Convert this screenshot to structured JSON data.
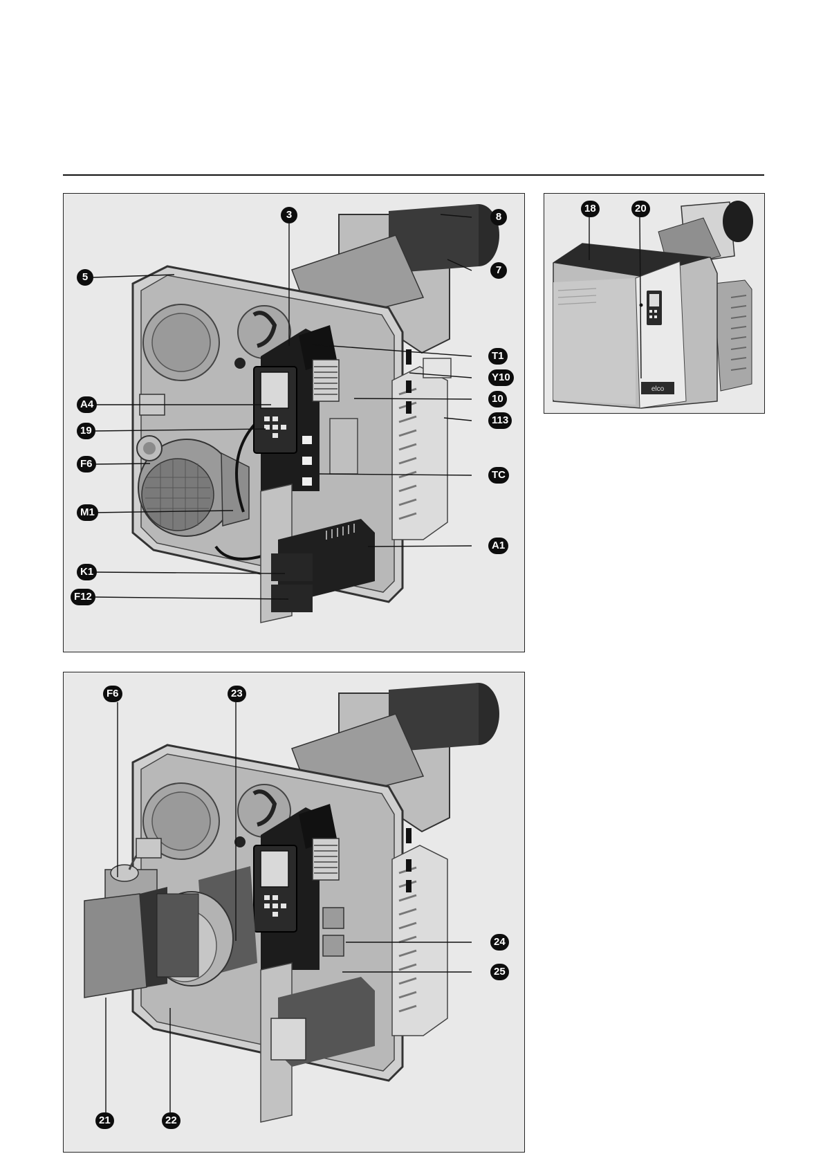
{
  "figures": {
    "burner_open_view": {
      "callouts": [
        "3",
        "8",
        "7",
        "5",
        "T1",
        "Y10",
        "10",
        "A4",
        "113",
        "19",
        "F6",
        "TC",
        "M1",
        "A1",
        "K1",
        "F12"
      ]
    },
    "burner_closed_view": {
      "callouts": [
        "18",
        "20"
      ],
      "logo_text": "elco"
    },
    "burner_accessory_view": {
      "callouts": [
        "F6",
        "23",
        "24",
        "25",
        "21",
        "22"
      ]
    }
  }
}
